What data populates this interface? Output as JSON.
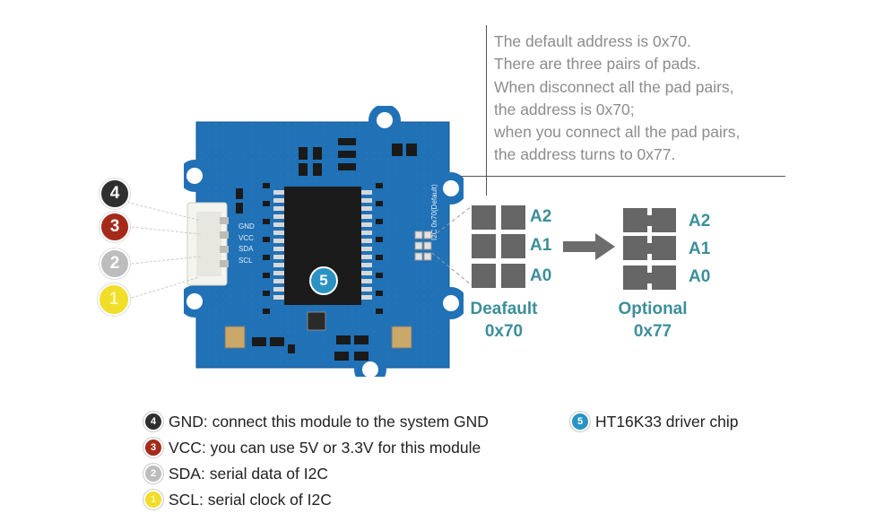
{
  "note": {
    "lines": [
      "The default address is 0x70.",
      "There are three pairs of pads.",
      "When disconnect all the pad pairs,",
      "the address is 0x70;",
      "when you connect all the pad pairs,",
      "the address turns to 0x77."
    ]
  },
  "board": {
    "pin_labels": [
      "GND",
      "VCC",
      "SDA",
      "SCL"
    ],
    "chip_badge": "5",
    "side_label": "I2C 0x70(Default)"
  },
  "badges": [
    "4",
    "3",
    "2",
    "1"
  ],
  "pads": {
    "labels": [
      "A2",
      "A1",
      "A0"
    ],
    "default": {
      "title": "Deafault",
      "address": "0x70"
    },
    "optional": {
      "title": "Optional",
      "address": "0x77"
    }
  },
  "legend": [
    {
      "num": "4",
      "text": "GND: connect this module to the system GND"
    },
    {
      "num": "3",
      "text": "VCC: you can use 5V or 3.3V for this module"
    },
    {
      "num": "2",
      "text": "SDA: serial data of I2C"
    },
    {
      "num": "1",
      "text": "SCL: serial clock of I2C"
    },
    {
      "num": "5",
      "text": "HT16K33 driver chip"
    }
  ],
  "colors": {
    "board": "#1f6fb5",
    "pad_label": "#3b8f9a",
    "note_text": "#8c8c8c",
    "gnd": "#2f2f2f",
    "vcc": "#a52a1a",
    "sda": "#bdbdbd",
    "scl": "#f1de2a",
    "chip": "#2a93c4"
  }
}
